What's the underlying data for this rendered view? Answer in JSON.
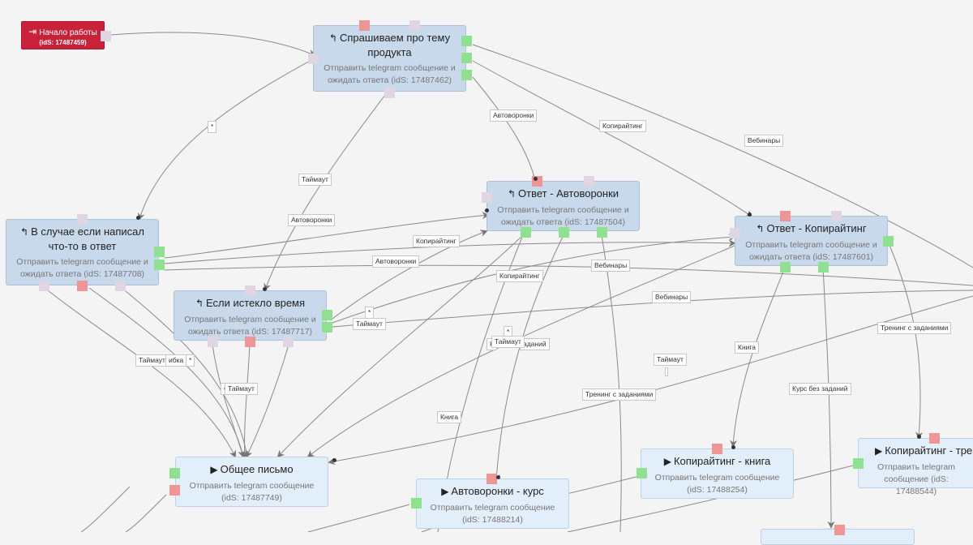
{
  "nodes": {
    "start": {
      "title": "Начало работы",
      "sub": "(idS: 17487459)"
    },
    "ask": {
      "title": "Спрашиваем про тему продукта",
      "sub": "Отправить telegram сообщение и ожидать ответа (idS: 17487462)"
    },
    "written": {
      "title": "В случае если написал что-то в ответ",
      "sub": "Отправить telegram сообщение и ожидать ответа (idS: 17487708)"
    },
    "expired": {
      "title": "Если истекло время",
      "sub": "Отправить telegram сообщение и ожидать ответа (idS: 17487717)"
    },
    "auto_answer": {
      "title": "Ответ - Автоворонки",
      "sub": "Отправить telegram сообщение и ожидать ответа (idS: 17487504)"
    },
    "copy_answer": {
      "title": "Ответ - Копирайтинг",
      "sub": "Отправить telegram сообщение и ожидать ответа (idS: 17487601)"
    },
    "general": {
      "title": "Общее письмо",
      "sub": "Отправить telegram сообщение (idS: 17487749)"
    },
    "auto_course": {
      "title": "Автоворонки - курс",
      "sub": "Отправить telegram сообщение (idS: 17488214)"
    },
    "copy_book": {
      "title": "Копирайтинг - книга",
      "sub": "Отправить telegram сообщение (idS: 17488254)"
    },
    "copy_tr": {
      "title": "Копирайтинг - тре",
      "sub": "Отправить telegram сообщение (idS: 17488544)"
    }
  },
  "edge_labels": {
    "star1": "*",
    "timeout1": "Таймаут",
    "auto1": "Автоворонки",
    "copy1": "Копирайтинг",
    "webinars1": "Вебинары",
    "auto2": "Автоворонки",
    "copy2": "Копирайтинг",
    "auto3": "Автоворонки",
    "webinars2": "Вебинары",
    "copy3": "Копирайтинг",
    "webinars3": "Вебинары",
    "star2": "*",
    "timeout2": "Таймаут",
    "timeout3": "Таймаут",
    "error1": "ибка",
    "star3": "*",
    "timeout4": "Таймаут",
    "c_fragment": "С",
    "star4": "*",
    "k_fragment": "К",
    "timeout5": "Таймаут",
    "tasks_fragment": "аданий",
    "book1": "Книга",
    "training1": "Тренинг с заданиями",
    "book2": "Книга",
    "course_no_tasks": "Курс без заданий",
    "timeout6": "Таймаут",
    "training2": "Тренинг с заданиями"
  },
  "icons": {
    "start": "sign-in-icon",
    "wait": "reply-icon",
    "send": "play-icon"
  },
  "colors": {
    "start_bg": "#c8223a",
    "wait_bg": "#c9d9ec",
    "send_bg": "#e3eefb",
    "port_yes": "#8fe08f",
    "port_no": "#ee9696",
    "port_neutral": "#dfd6e2"
  }
}
